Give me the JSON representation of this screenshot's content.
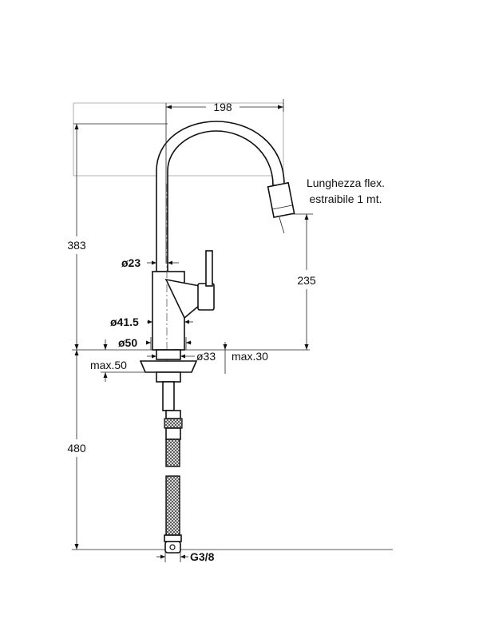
{
  "dimensions": {
    "width_top": "198",
    "height_total": "383",
    "height_spout": "235",
    "depth_below": "480",
    "d_spout": "ø23",
    "d_body": "ø41.5",
    "d_base": "ø50",
    "d_hole": "ø33",
    "max_deck": "max.30",
    "max_under": "max.50",
    "thread": "G3/8"
  },
  "notes": {
    "hose_line1": "Lunghezza flex.",
    "hose_line2": "estraibile 1 mt."
  },
  "colors": {
    "ink": "#111111",
    "outline_grey": "#9a9a9a",
    "hose_fill": "#555555"
  }
}
